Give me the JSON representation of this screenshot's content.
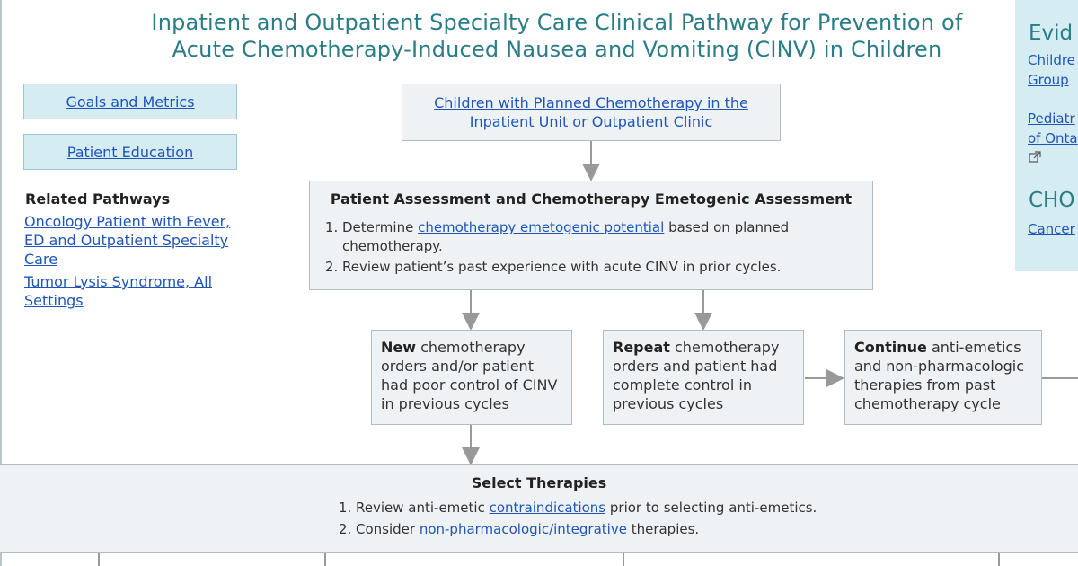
{
  "title": {
    "line1": "Inpatient and Outpatient Specialty Care Clinical Pathway for Prevention of",
    "line2": "Acute Chemotherapy-Induced Nausea and Vomiting (CINV) in Children"
  },
  "sidebar": {
    "goals_metrics": "Goals and Metrics",
    "patient_education": "Patient Education",
    "related_heading": "Related Pathways",
    "related": [
      "Oncology Patient with Fever, ED and Outpatient Specialty Care",
      "Tumor Lysis Syndrome, All Settings"
    ]
  },
  "evidence_panel": {
    "heading": "Evid",
    "links": [
      "Childre",
      "Group",
      "Pediatr",
      "of Onta"
    ],
    "heading2": "CHO",
    "link3": "Cancer",
    "external_icon": "external-link-icon"
  },
  "flow": {
    "start": {
      "line1": "Children with Planned Chemotherapy in the",
      "line2": "Inpatient Unit or Outpatient Clinic"
    },
    "assessment": {
      "heading": "Patient Assessment and Chemotherapy Emetogenic Assessment",
      "item1_before": "Determine ",
      "item1_link": "chemotherapy emetogenic potential",
      "item1_after": " based on planned chemotherapy.",
      "item2": "Review patient’s past experience with acute CINV in prior cycles."
    },
    "new": {
      "bold": "New",
      "text": " chemotherapy orders and/or patient had poor control of CINV in previous cycles"
    },
    "repeat": {
      "bold": "Repeat",
      "text": " chemotherapy orders and patient had complete control in previous cycles"
    },
    "continue": {
      "bold": "Continue",
      "text": " anti-emetics and non-pharmacologic therapies from past chemotherapy cycle"
    },
    "select": {
      "heading": "Select Therapies",
      "item1_before": "Review anti-emetic ",
      "item1_link": "contraindications",
      "item1_after": " prior to selecting anti-emetics.",
      "item2_before": "Consider ",
      "item2_link": "non-pharmacologic/integrative",
      "item2_after": " therapies."
    }
  },
  "colors": {
    "title": "#2a7d86",
    "link": "#1f55b8",
    "box_bg": "#eef2f4",
    "sidebar_bg": "#d6ecf3",
    "connector": "#999999"
  }
}
